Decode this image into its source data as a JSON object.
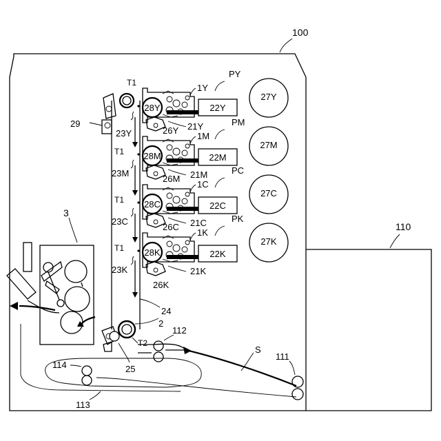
{
  "labels": {
    "apparatus": "100",
    "feeder": "110",
    "fixing": "3",
    "cleaner": "29",
    "belt": "24",
    "roller2": "2",
    "t2": "T2",
    "roller25": "25",
    "roller112": "112",
    "roller111": "111",
    "roller114": "114",
    "path113": "113",
    "sheet": "S"
  },
  "stations": [
    {
      "color": "Y",
      "group": "PY",
      "drum": "28Y",
      "dev": "22Y",
      "toner": "27Y",
      "unit": "1Y",
      "charger": "21Y",
      "clean": "26Y",
      "transfer": "23Y",
      "t1": "T1"
    },
    {
      "color": "M",
      "group": "PM",
      "drum": "28M",
      "dev": "22M",
      "toner": "27M",
      "unit": "1M",
      "charger": "21M",
      "clean": "26M",
      "transfer": "23M",
      "t1": "T1"
    },
    {
      "color": "C",
      "group": "PC",
      "drum": "28C",
      "dev": "22C",
      "toner": "27C",
      "unit": "1C",
      "charger": "21C",
      "clean": "26C",
      "transfer": "23C",
      "t1": "T1"
    },
    {
      "color": "K",
      "group": "PK",
      "drum": "28K",
      "dev": "22K",
      "toner": "27K",
      "unit": "1K",
      "charger": "21K",
      "clean": "26K",
      "transfer": "23K",
      "t1": "T1"
    }
  ]
}
